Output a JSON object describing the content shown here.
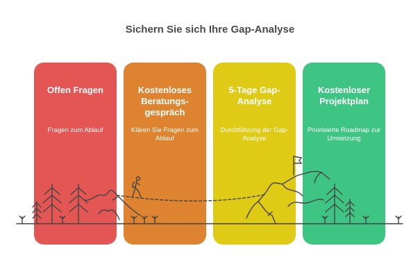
{
  "title": "Sichern Sie sich Ihre Gap-Analyse",
  "steps": [
    {
      "title": "Offen Fragen",
      "description": "Fragen zum Ablauf",
      "color": "#e35654"
    },
    {
      "title": "Kostenloses Beratungs-gespräch",
      "description": "Klären Sie Fragen zum Ablauf",
      "color": "#de8330"
    },
    {
      "title": "5-Tage Gap-Analyse",
      "description": "Durchführung der Gap-Analyse",
      "color": "#dfcb15"
    },
    {
      "title": "Kostenloser Projektplan",
      "description": "Priorisierte Roadmap zur Umsetzung",
      "color": "#3ec584"
    }
  ]
}
